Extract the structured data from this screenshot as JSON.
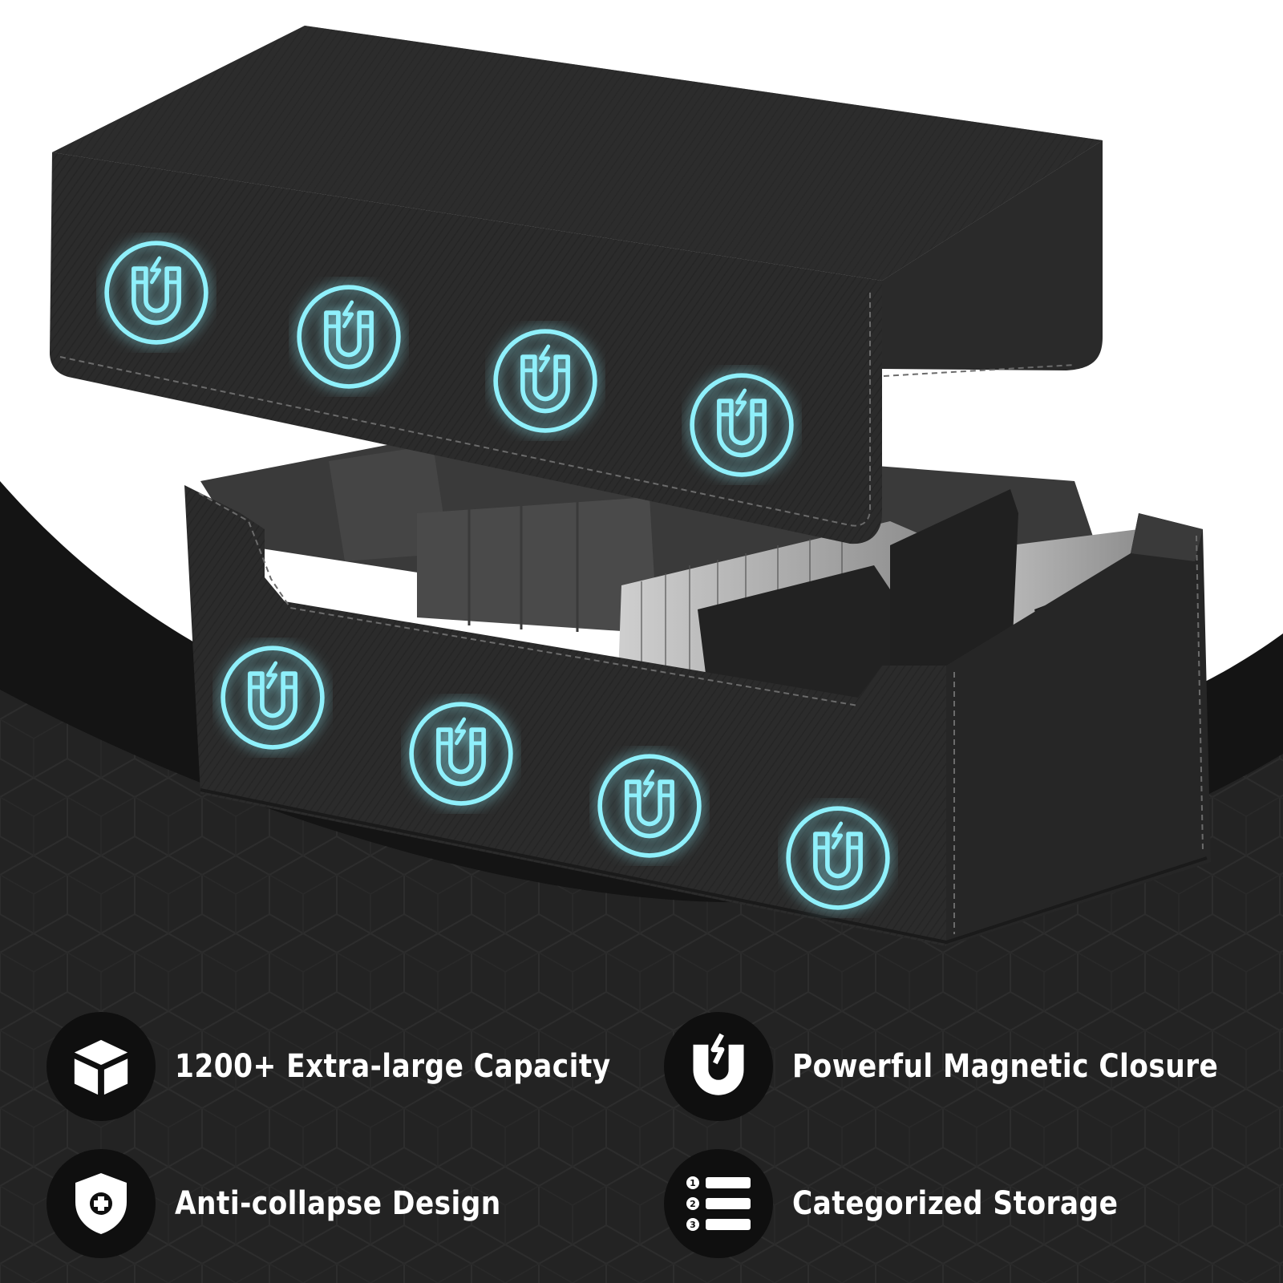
{
  "colors": {
    "background": "#ffffff",
    "band": "#141414",
    "panel": "#232323",
    "leather": "#2a2a2a",
    "stitching": "#6b6b6b",
    "glow": "#29d3e6",
    "text": "#ffffff"
  },
  "product": {
    "lid_magnets": 4,
    "box_magnets": 4,
    "magnet_icon": "magnet-icon"
  },
  "features": [
    {
      "icon": "box-icon",
      "label": "1200+ Extra-large Capacity"
    },
    {
      "icon": "magnet-icon",
      "label": "Powerful Magnetic Closure"
    },
    {
      "icon": "shield-plus-icon",
      "label": "Anti-collapse Design"
    },
    {
      "icon": "numbered-list-icon",
      "label": "Categorized Storage"
    }
  ]
}
